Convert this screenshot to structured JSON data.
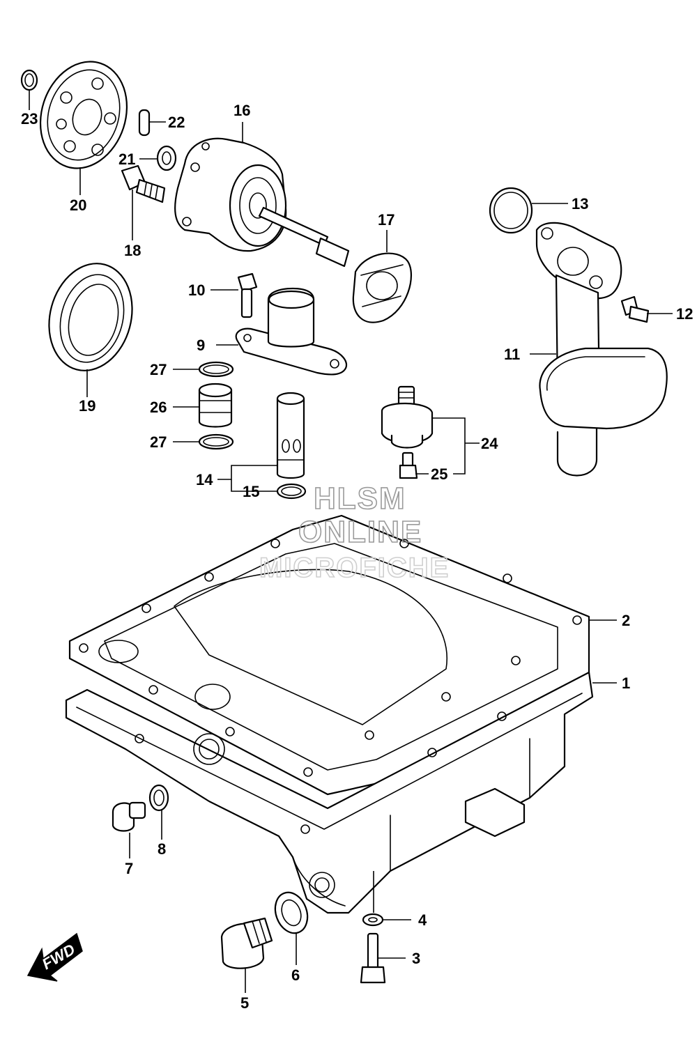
{
  "diagram": {
    "callouts": {
      "c1": "1",
      "c2": "2",
      "c3": "3",
      "c4": "4",
      "c5": "5",
      "c6": "6",
      "c7": "7",
      "c8": "8",
      "c9": "9",
      "c10": "10",
      "c11": "11",
      "c12": "12",
      "c13": "13",
      "c14": "14",
      "c15": "15",
      "c16": "16",
      "c17": "17",
      "c18": "18",
      "c19": "19",
      "c20": "20",
      "c21": "21",
      "c22": "22",
      "c23": "23",
      "c24": "24",
      "c25": "25",
      "c26": "26",
      "c27a": "27",
      "c27b": "27"
    },
    "watermark": {
      "line1": "HLSM",
      "line2": "ONLINE",
      "line3": "MICROFICHE"
    },
    "fwd_label": "FWD"
  }
}
